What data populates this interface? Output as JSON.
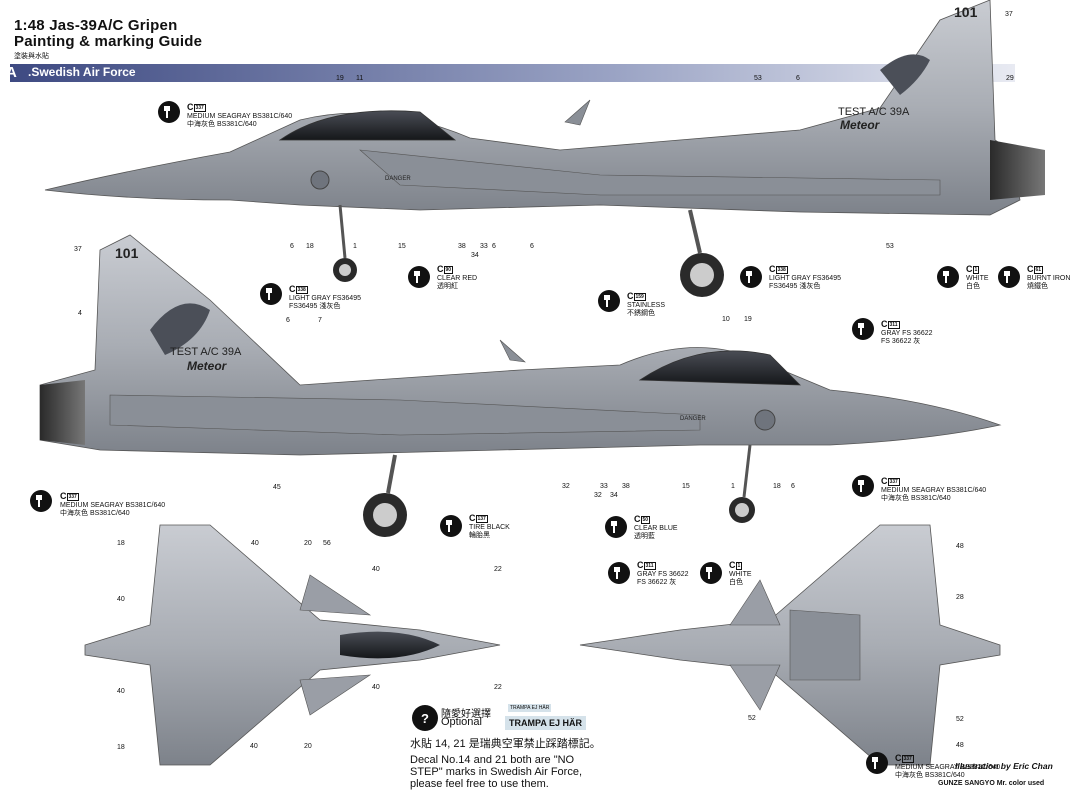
{
  "header": {
    "title_line1": "1:48  Jas-39A/C Gripen",
    "title_line2": "Painting & marking Guide",
    "subtitle_cn": "塗裝與水貼"
  },
  "banner": {
    "letter": "A",
    "label": ".Swedish Air Force"
  },
  "aircraft_markings": {
    "tail_number": "101",
    "test_label": "TEST A/C 39A",
    "missile_label": "Meteor",
    "danger": "DANGER"
  },
  "paints": [
    {
      "code": "C",
      "box": "337",
      "name": "MEDIUM SEAGRAY BS381C/640",
      "cn": "中海灰色 BS381C/640"
    },
    {
      "code": "C",
      "box": "338",
      "name": "LIGHT GRAY FS36495",
      "cn": "FS36495 淺灰色"
    },
    {
      "code": "C",
      "box": "90",
      "name": "CLEAR RED",
      "cn": "透明紅"
    },
    {
      "code": "C",
      "box": "338",
      "name": "LIGHT GRAY FS36495",
      "cn": "FS36495 淺灰色"
    },
    {
      "code": "C",
      "box": "1",
      "name": "WHITE",
      "cn": "白色"
    },
    {
      "code": "C",
      "box": "61",
      "name": "BURNT IRON",
      "cn": "燒鐵色"
    },
    {
      "code": "C",
      "box": "159",
      "name": "STAINLESS",
      "cn": "不銹鋼色"
    },
    {
      "code": "C",
      "box": "311",
      "name": "GRAY FS 36622",
      "cn": "FS 36622 灰"
    },
    {
      "code": "C",
      "box": "337",
      "name": "MEDIUM SEAGRAY BS381C/640",
      "cn": "中海灰色 BS381C/640"
    },
    {
      "code": "C",
      "box": "137",
      "name": "TIRE BLACK",
      "cn": "輪胎黑"
    },
    {
      "code": "C",
      "box": "50",
      "name": "CLEAR BLUE",
      "cn": "透明藍"
    },
    {
      "code": "C",
      "box": "337",
      "name": "MEDIUM SEAGRAY BS381C/640",
      "cn": "中海灰色 BS381C/640"
    },
    {
      "code": "C",
      "box": "311",
      "name": "GRAY FS 36622",
      "cn": "FS 36622 灰"
    },
    {
      "code": "C",
      "box": "1",
      "name": "WHITE",
      "cn": "白色"
    },
    {
      "code": "C",
      "box": "337",
      "name": "MEDIUM SEAGRAY BS381C/640",
      "cn": "中海灰色 BS381C/640"
    }
  ],
  "numbers": {
    "top": [
      "37",
      "19",
      "11",
      "53",
      "6",
      "29",
      "6",
      "18",
      "1",
      "15",
      "38",
      "33",
      "6",
      "34",
      "6",
      "53"
    ],
    "middle": [
      "37",
      "4",
      "6",
      "7",
      "10",
      "19",
      "45",
      "32",
      "32",
      "33",
      "34",
      "38",
      "15",
      "1",
      "18",
      "6"
    ],
    "bottom": [
      "18",
      "40",
      "20",
      "56",
      "40",
      "22",
      "40",
      "40",
      "22",
      "40",
      "18",
      "40",
      "20",
      "48",
      "28",
      "52",
      "52",
      "48"
    ]
  },
  "optional": {
    "cn_label": "隨愛好選擇",
    "label": "Optional",
    "decal_small": "TRAMPA EJ HÄR",
    "decal_large": "TRAMPA EJ HÄR",
    "note_cn": "水貼 14, 21 是瑞典空軍禁止踩踏標記。",
    "note_en_1": "Decal No.14 and 21 both are \"NO",
    "note_en_2": "STEP\" marks in Swedish Air Force,",
    "note_en_3": "please feel free to use them."
  },
  "credits": {
    "illustration": "Illustration by Eric Chan",
    "brand": "GUNZE SANGYO Mr. color used"
  },
  "colors": {
    "aircraft_gray": "#a9adb4",
    "aircraft_dark": "#6f747d",
    "banner": "#3e4a82"
  }
}
